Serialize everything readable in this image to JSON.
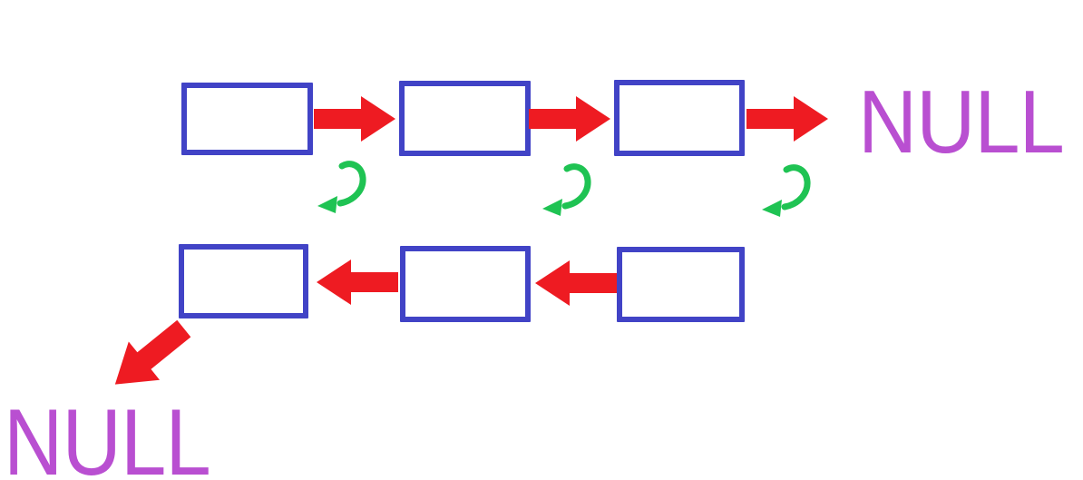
{
  "diagram": {
    "type": "linked-list-reversal",
    "colors": {
      "box_border": "#4143c6",
      "arrow_red": "#ee1b22",
      "arrow_green": "#1fc353",
      "null_color": "#b94fd1",
      "background": "#ffffff"
    },
    "top_row": {
      "node_count": 3,
      "node_labels": [
        "",
        "",
        ""
      ],
      "pointer_direction": "right",
      "terminator_label": "NULL"
    },
    "reverse_arrows": {
      "count": 3,
      "meaning": "pointer-being-reversed"
    },
    "bottom_row": {
      "node_count": 3,
      "node_labels": [
        "",
        "",
        ""
      ],
      "pointer_direction": "left",
      "terminator_label": "NULL"
    }
  }
}
